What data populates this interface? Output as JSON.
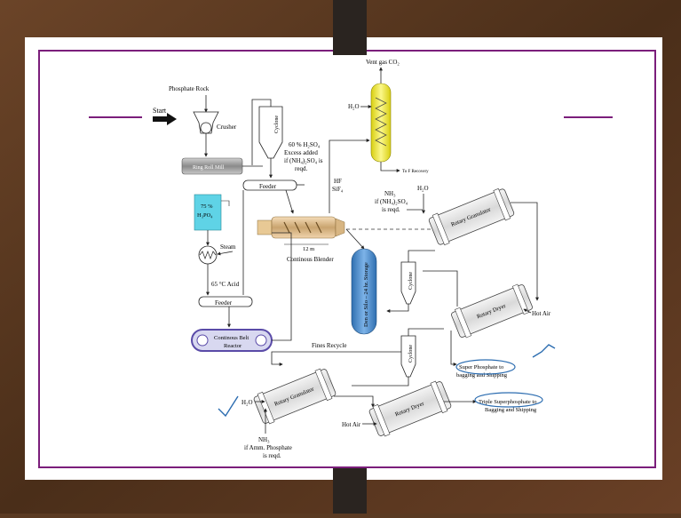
{
  "labels": {
    "start": "Start",
    "phosphate_rock": "Phosphate Rock",
    "crusher": "Crusher",
    "cyclone": "Cyclone",
    "ring_roll_mill": "Ring Roll Mill",
    "acid_note_1": "60 % H₂SO₄",
    "acid_note_2": "Excess added",
    "acid_note_3": "if (NH₄)₂SO₄ is",
    "acid_note_4": "reqd.",
    "feeder": "Feeder",
    "vent_gas": "Vent gas CO₂",
    "h2o": "H₂O",
    "to_f_recovery": "To F Recovery",
    "hf": "HF",
    "sif4": "SiF₄",
    "h3po4_1": "75 %",
    "h3po4_2": "H₃PO₄",
    "steam": "Steam",
    "acid_65": "65 °C Acid",
    "blender_length": "12 m",
    "continuous_blender": "Continous Blender",
    "nh3_note_1": "NH₃",
    "nh3_note_2": "if (NH₄)₂SO₄",
    "nh3_note_3": "is reqd.",
    "rotary_granulator": "Rotary Granulator",
    "den_storage": "Den or Silo – 24 hr. Storage",
    "rotary_dryer": "Rotary Dryer",
    "hot_air": "Hot Air",
    "continuous_belt_1": "Continous Belt",
    "continuous_belt_2": "Reactor",
    "fines_recycle": "Fines Recycle",
    "super_phosphate_1": "Super Phosphate to",
    "super_phosphate_2": "bagging and Shipping",
    "triple_super_1": "Triple Superphosphate to",
    "triple_super_2": "Bagging and Shipping",
    "nh3": "NH₃",
    "amm_note_1": "if Amm. Phosphate",
    "amm_note_2": "is reqd."
  },
  "colors": {
    "frame_purple": "#7b1e7b",
    "acid_box": "#5fd3e6",
    "vent_column": "#f3ee44",
    "storage_blue": "#5b9bd5",
    "ink_blue": "#2b6cb0"
  }
}
